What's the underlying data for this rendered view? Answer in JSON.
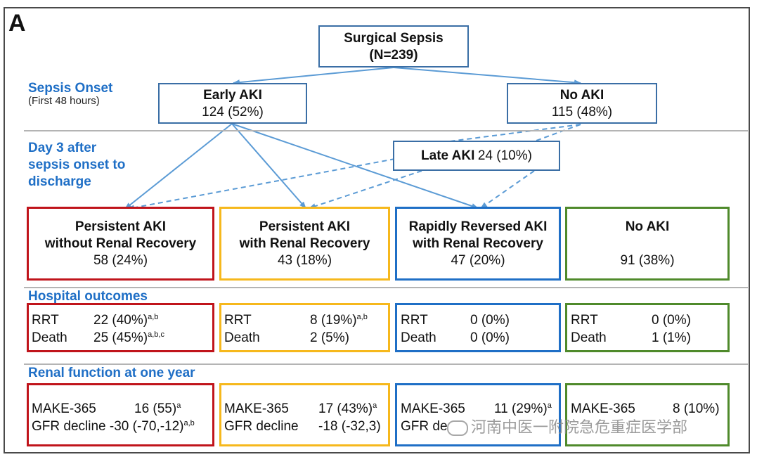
{
  "panel_letter": "A",
  "top": {
    "title": "Surgical Sepsis",
    "n": "(N=239)"
  },
  "sections": {
    "onset": {
      "label": "Sepsis Onset",
      "sub": "(First 48 hours)"
    },
    "day3": {
      "line1": "Day 3 after",
      "line2": "sepsis onset to",
      "line3": "discharge"
    },
    "hospital": "Hospital outcomes",
    "renal": "Renal function at one year"
  },
  "early_aki": {
    "title": "Early AKI",
    "value": "124 (52%)"
  },
  "no_aki_top": {
    "title": "No AKI",
    "value": "115 (48%)"
  },
  "late_aki": {
    "title": "Late AKI",
    "value": "24 (10%)"
  },
  "groups": [
    {
      "line1": "Persistent AKI",
      "line2": "without Renal Recovery",
      "value": "58 (24%)",
      "color": "#c0141b"
    },
    {
      "line1": "Persistent AKI",
      "line2": "with Renal Recovery",
      "value": "43 (18%)",
      "color": "#f6b81c"
    },
    {
      "line1": "Rapidly Reversed  AKI",
      "line2": "with Renal Recovery",
      "value": "47 (20%)",
      "color": "#1f6fc6"
    },
    {
      "line1": "No AKI",
      "line2": "",
      "value": "91 (38%)",
      "color": "#4f8a2b"
    }
  ],
  "hospital_outcomes": [
    {
      "rrt_label": "RRT",
      "rrt_value": "22 (40%)",
      "rrt_sup": "a,b",
      "death_label": "Death",
      "death_value": "25 (45%)",
      "death_sup": "a,b,c"
    },
    {
      "rrt_label": "RRT",
      "rrt_value": "8 (19%)",
      "rrt_sup": "a,b",
      "death_label": "Death",
      "death_value": "2 (5%)",
      "death_sup": ""
    },
    {
      "rrt_label": "RRT",
      "rrt_value": "0 (0%)",
      "rrt_sup": "",
      "death_label": "Death",
      "death_value": "0 (0%)",
      "death_sup": ""
    },
    {
      "rrt_label": "RRT",
      "rrt_value": "0 (0%)",
      "rrt_sup": "",
      "death_label": "Death",
      "death_value": "1 (1%)",
      "death_sup": ""
    }
  ],
  "renal_function": [
    {
      "make_label": "MAKE-365",
      "make_value": "16 (55)",
      "make_sup": "a",
      "gfr_label": "GFR decline",
      "gfr_value": "-30 (-70,-12)",
      "gfr_sup": "a,b"
    },
    {
      "make_label": "MAKE-365",
      "make_value": "17 (43%)",
      "make_sup": "a",
      "gfr_label": "GFR decline",
      "gfr_value": "-18 (-32,3)",
      "gfr_sup": ""
    },
    {
      "make_label": "MAKE-365",
      "make_value": "11 (29%)",
      "make_sup": "a",
      "gfr_label": "GFR de",
      "gfr_value": "",
      "gfr_sup": ""
    },
    {
      "make_label": "MAKE-365",
      "make_value": "8 (10%)",
      "make_sup": "",
      "gfr_label": "",
      "gfr_value": "",
      "gfr_sup": ""
    }
  ],
  "watermark": "河南中医一附院急危重症医学部",
  "colors": {
    "arrow": "#5b9bd5",
    "section_text": "#1f6fc6",
    "flow_border": "#3a6ea5"
  }
}
